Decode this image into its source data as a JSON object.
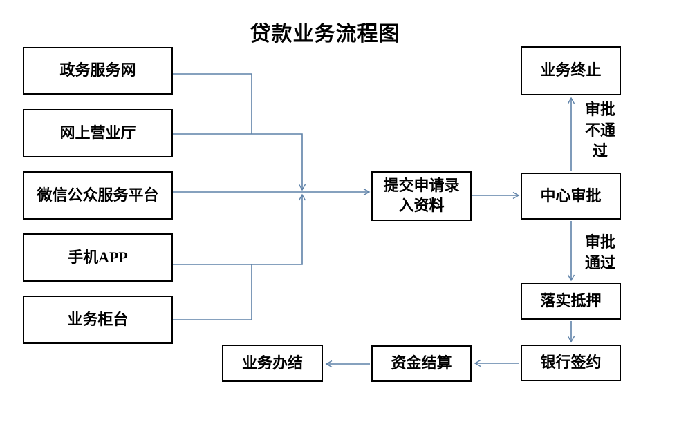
{
  "title": "贷款业务流程图",
  "colors": {
    "connector": "#5f82a8",
    "box_border": "#000000",
    "box_background": "#ffffff",
    "text": "#000000"
  },
  "nodes": {
    "channels": [
      {
        "label": "政务服务网"
      },
      {
        "label": "网上营业厅"
      },
      {
        "label": "微信公众服务平台"
      },
      {
        "label": "手机APP"
      },
      {
        "label": "业务柜台"
      }
    ],
    "submit": {
      "label": "提交申请录入资料"
    },
    "terminate": {
      "label": "业务终止"
    },
    "approval": {
      "label": "中心审批"
    },
    "mortgage": {
      "label": "落实抵押"
    },
    "signing": {
      "label": "银行签约"
    },
    "settlement": {
      "label": "资金结算"
    },
    "complete": {
      "label": "业务办结"
    }
  },
  "edge_labels": {
    "rejected": "审批不通过",
    "approved": "审批通过"
  }
}
